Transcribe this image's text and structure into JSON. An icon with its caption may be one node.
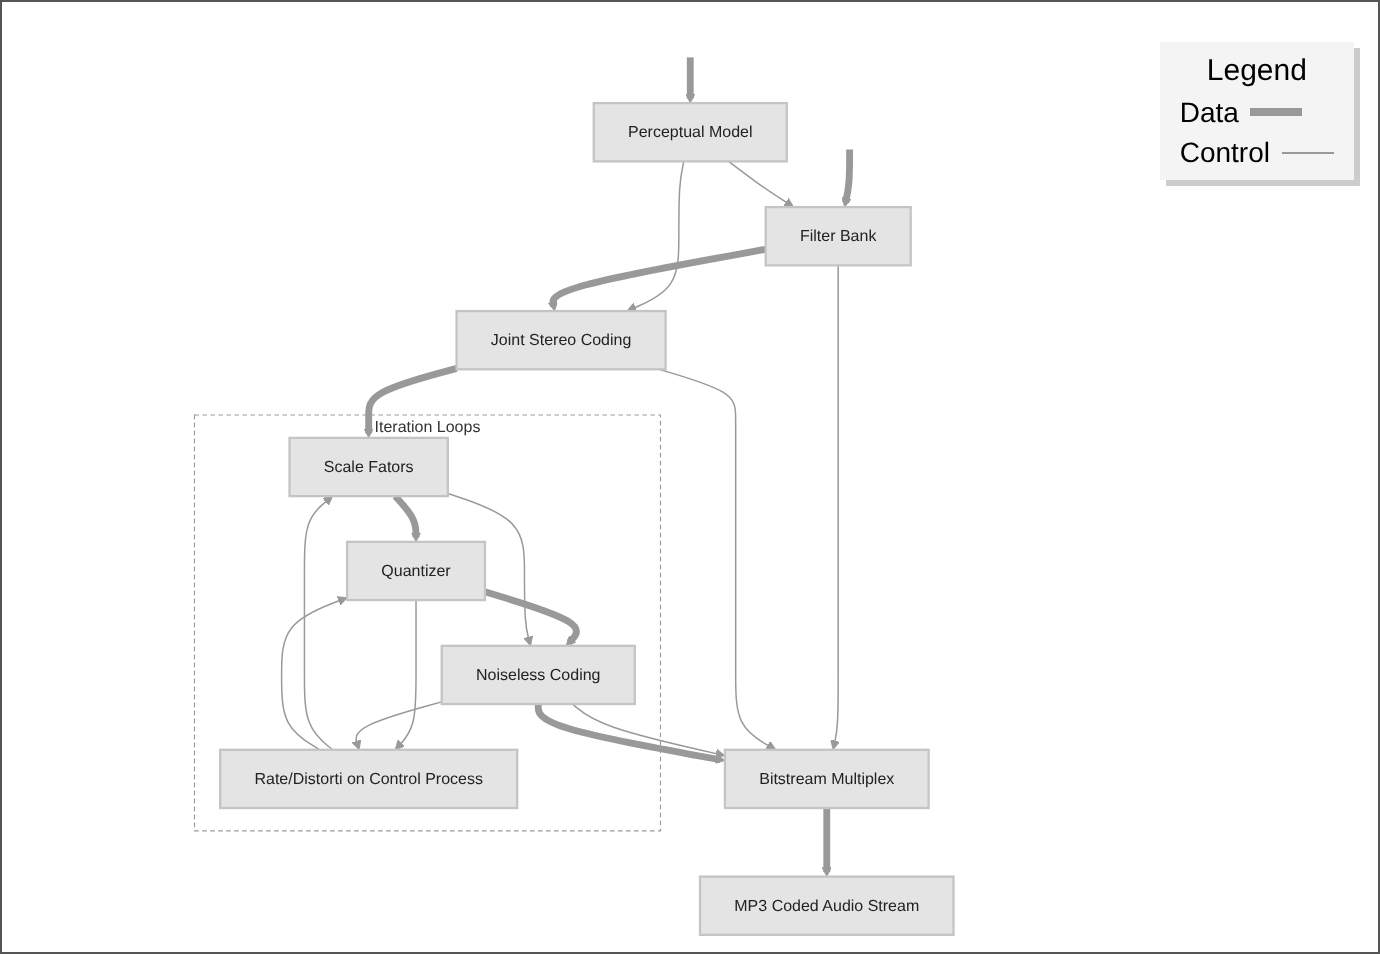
{
  "diagram": {
    "nodes": [
      {
        "text": [
          "Perceptual Model"
        ]
      },
      {
        "text": [
          "Filter Bank"
        ]
      },
      {
        "text": [
          "Joint Stereo Coding"
        ]
      },
      {
        "text": [
          "Iteration Loops"
        ]
      },
      {
        "text": [
          "Rate/Distorti on Control Process"
        ],
        "in": 3
      },
      {
        "text": [
          "Scale Fators"
        ],
        "in": 3
      },
      {
        "text": [
          "Quantizer"
        ],
        "in": 3
      },
      {
        "text": [
          "Noiseless Coding"
        ],
        "in": 3
      },
      {
        "text": [
          "Bitstream Multiplex"
        ]
      },
      {
        "text": [
          "MP3 Coded Audio Stream"
        ]
      }
    ],
    "edges": [
      {
        "from": null,
        "to": 0,
        "arrow": "to",
        "style": "thick"
      },
      {
        "from": null,
        "to": 1,
        "arrow": "to",
        "style": "thick"
      },
      {
        "from": 0,
        "to": 1,
        "arrow": "to"
      },
      {
        "from": 0,
        "to": 2,
        "arrow": "to"
      },
      {
        "from": 1,
        "to": 8,
        "arrow": "to"
      },
      {
        "from": 1,
        "to": 2,
        "arrow": "to",
        "style": "thick"
      },
      {
        "from": 2,
        "to": 8,
        "arrow": "to"
      },
      {
        "from": 2,
        "to": 5,
        "arrow": "to",
        "style": "thick"
      },
      {
        "from": 4,
        "to": 5,
        "arrow": "to"
      },
      {
        "from": 4,
        "to": 6,
        "arrow": "to"
      },
      {
        "from": 6,
        "to": 4,
        "arrow": "to"
      },
      {
        "from": 7,
        "to": 4,
        "arrow": "to"
      },
      {
        "from": 5,
        "to": 6,
        "arrow": "to",
        "style": "thick"
      },
      {
        "from": 6,
        "to": 7,
        "arrow": "to",
        "style": "thick"
      },
      {
        "from": 5,
        "to": 7,
        "arrow": "to"
      },
      {
        "from": 7,
        "to": 8,
        "arrow": "to"
      },
      {
        "from": 7,
        "to": 8,
        "arrow": "to",
        "style": "thick"
      },
      {
        "from": 8,
        "to": 9,
        "arrow": "to",
        "style": "thick"
      }
    ],
    "labels": [
      "Legend"
    ],
    "legend": [
      {
        "text": "Data"
      },
      {
        "text": "Control"
      }
    ]
  }
}
